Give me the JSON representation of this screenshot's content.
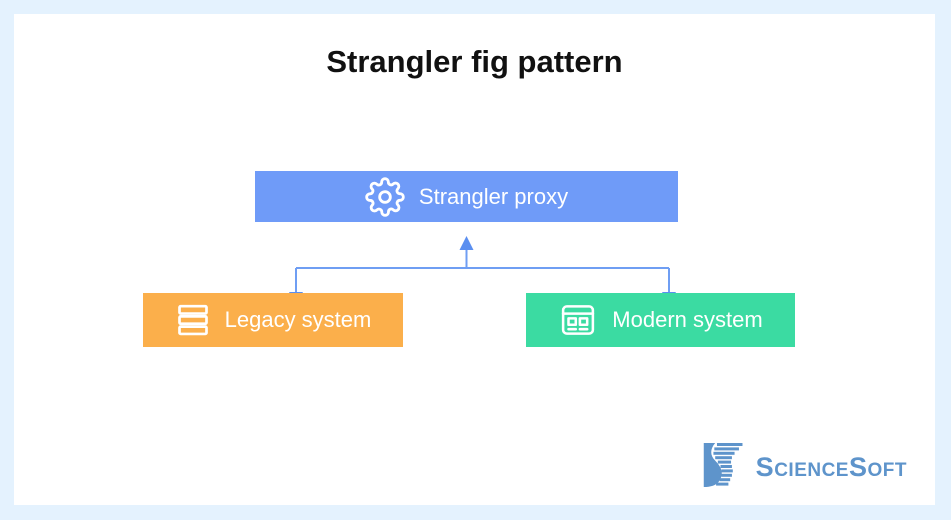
{
  "page": {
    "background_color": "#e4f2fe",
    "card_color": "#ffffff"
  },
  "title": "Strangler fig pattern",
  "diagram": {
    "proxy": {
      "label": "Strangler proxy",
      "color": "#6f9bf8",
      "text_color": "#ffffff",
      "icon": "gear-icon"
    },
    "legacy": {
      "label": "Legacy system",
      "color": "#fbaf4b",
      "text_color": "#ffffff",
      "icon": "server-stack-icon"
    },
    "modern": {
      "label": "Modern system",
      "color": "#3bdba2",
      "text_color": "#ffffff",
      "icon": "browser-window-icon"
    },
    "connections": [
      {
        "from": "junction",
        "to": "proxy",
        "direction": "up"
      },
      {
        "from": "junction",
        "to": "legacy",
        "direction": "down"
      },
      {
        "from": "junction",
        "to": "modern",
        "direction": "down"
      }
    ],
    "connector_color": "#6f9ef3",
    "arrowhead_color": "#5b8ff0"
  },
  "logo": {
    "name": "ScienceSoft",
    "part1_initial": "S",
    "part1_rest": "cience",
    "part2_initial": "S",
    "part2_rest": "oft",
    "color": "#5e94cb"
  }
}
